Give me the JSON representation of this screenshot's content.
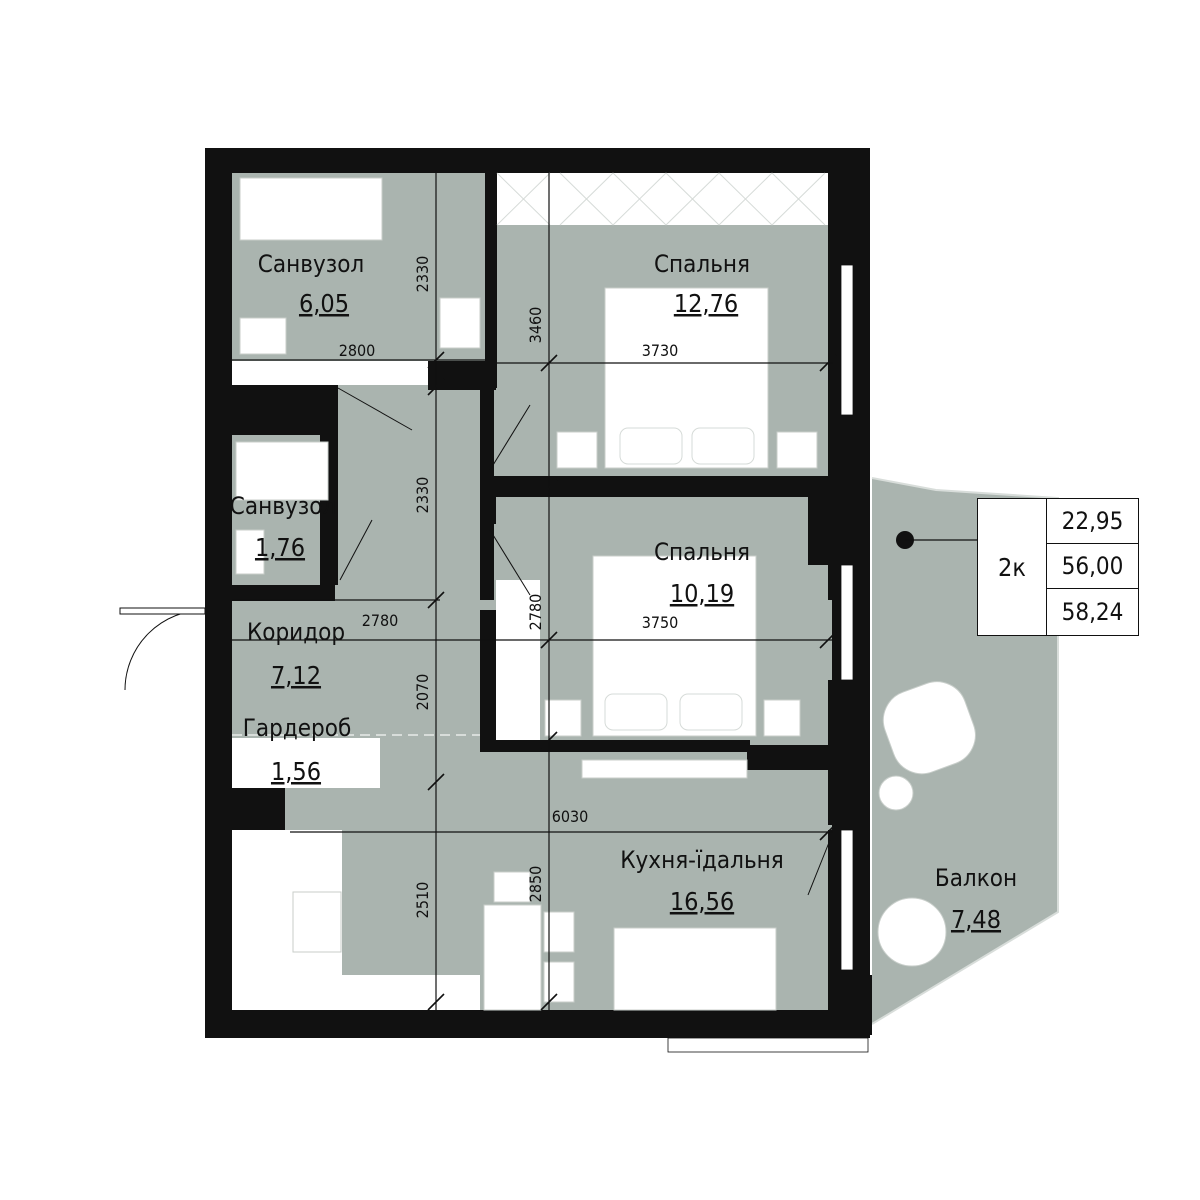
{
  "apartment": {
    "type": "2к",
    "areas": [
      "22,95",
      "56,00",
      "58,24"
    ]
  },
  "rooms": [
    {
      "name": "Санвузол",
      "area": "6,05"
    },
    {
      "name": "Спальня",
      "area": "12,76"
    },
    {
      "name": "Санвузол",
      "area": "1,76"
    },
    {
      "name": "Спальня",
      "area": "10,19"
    },
    {
      "name": "Коридор",
      "area": "7,12"
    },
    {
      "name": "Гардероб",
      "area": "1,56"
    },
    {
      "name": "Кухня-їдальня",
      "area": "16,56"
    },
    {
      "name": "Балкон",
      "area": "7,48"
    }
  ],
  "dimensions": [
    "2330",
    "2800",
    "3460",
    "3730",
    "2330",
    "2780",
    "2780",
    "3750",
    "2070",
    "6030",
    "2510",
    "2850"
  ],
  "colors": {
    "floor": "#aab4af",
    "wall": "#111111",
    "furniture": "#ffffff"
  }
}
